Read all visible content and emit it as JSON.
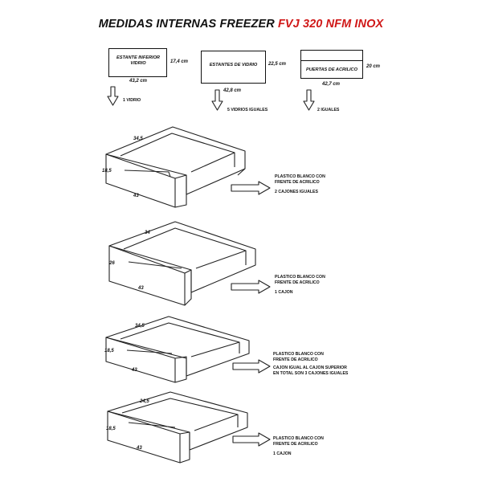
{
  "header": {
    "title_prefix": "MEDIDAS INTERNAS FREEZER",
    "model": "FVJ 320 NFM INOX",
    "model_color": "#d01818"
  },
  "parts": [
    {
      "label": "ESTANTE INFERIOR VIDRIO",
      "height": "17,4 cm",
      "width": "43,2 cm",
      "note": "1 VIDRIO"
    },
    {
      "label": "ESTANTES DE VIDRIO",
      "height": "22,5 cm",
      "width": "42,8 cm",
      "note": "5 VIDRIOS IGUALES"
    },
    {
      "label": "PUERTAS DE ACRILICO",
      "height": "20 cm",
      "width": "42,7 cm",
      "note": "2 IGUALES"
    }
  ],
  "drawers": [
    {
      "depth": "34,5",
      "height": "18,5",
      "width": "43",
      "note_line1": "PLASTICO BLANCO CON",
      "note_line2": "FRENTE DE ACRILICO",
      "note_line3": "2 CAJONES IGUALES",
      "note_line4": ""
    },
    {
      "depth": "34",
      "height": "26",
      "width": "43",
      "note_line1": "PLASTICO BLANCO CON",
      "note_line2": "FRENTE DE ACRILICO",
      "note_line3": "1 CAJON",
      "note_line4": ""
    },
    {
      "depth": "34,5",
      "height": "18,5",
      "width": "43",
      "note_line1": "PLASTICO BLANCO CON",
      "note_line2": "FRENTE DE ACRILICO",
      "note_line3": "CAJON IGUAL AL CAJON SUPERIOR",
      "note_line4": "EN TOTAL SON 3 CAJONES IGUALES"
    },
    {
      "depth": "24,5",
      "height": "18,5",
      "width": "43",
      "note_line1": "PLASTICO BLANCO CON",
      "note_line2": "FRENTE DE ACRILICO",
      "note_line3": "1 CAJON",
      "note_line4": ""
    }
  ],
  "icons": {
    "arrow_down": "hollow-down-arrow-icon",
    "arrow_right": "hollow-right-arrow-icon"
  }
}
